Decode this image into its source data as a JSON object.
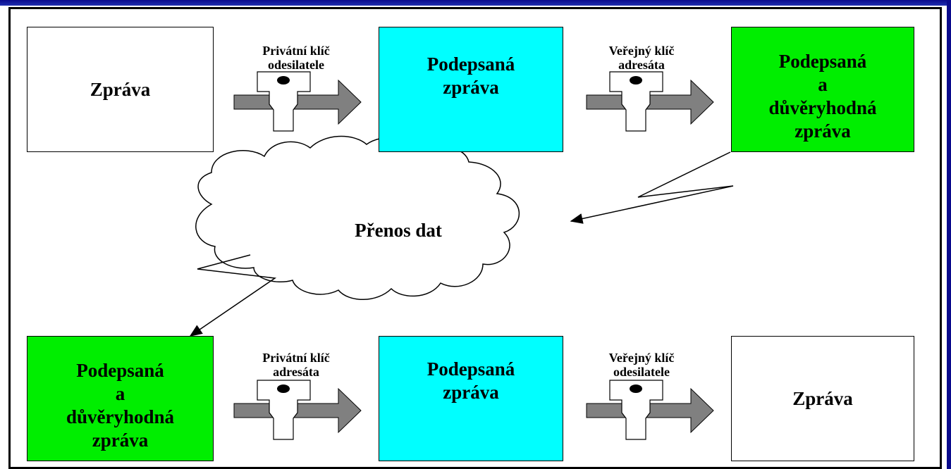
{
  "colors": {
    "plain": "#ffffff",
    "signed": "#00ffff",
    "trusted": "#00ee00",
    "key_arrow": "#808080",
    "frame_bar": "#0a0a8c"
  },
  "top_row": {
    "box1": "Zpráva",
    "key1": "Privátní klíč\nodesilatele",
    "box2": "Podepsaná\nzpráva",
    "key2": "Veřejný klíč\nadresáta",
    "box3": "Podepsaná\na\ndůvěryhodná\nzpráva"
  },
  "cloud": {
    "label": "Přenos dat"
  },
  "bottom_row": {
    "box1": "Podepsaná\na\ndůvěryhodná\nzpráva",
    "key1": "Privátní klíč\nadresáta",
    "box2": "Podepsaná\nzpráva",
    "key2": "Veřejný klíč\nodesilatele",
    "box3": "Zpráva"
  },
  "icons": {
    "key": "key-icon",
    "arrow": "arrow-right-icon",
    "cloud": "cloud-icon"
  }
}
